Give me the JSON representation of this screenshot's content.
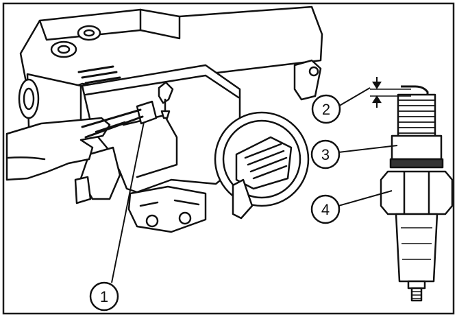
{
  "callouts": [
    {
      "id": "1",
      "label": "1"
    },
    {
      "id": "2",
      "label": "2"
    },
    {
      "id": "3",
      "label": "3"
    },
    {
      "id": "4",
      "label": "4"
    }
  ],
  "colors": {
    "ink": "#111111",
    "paper": "#ffffff",
    "frame": "#1a1a1a"
  }
}
